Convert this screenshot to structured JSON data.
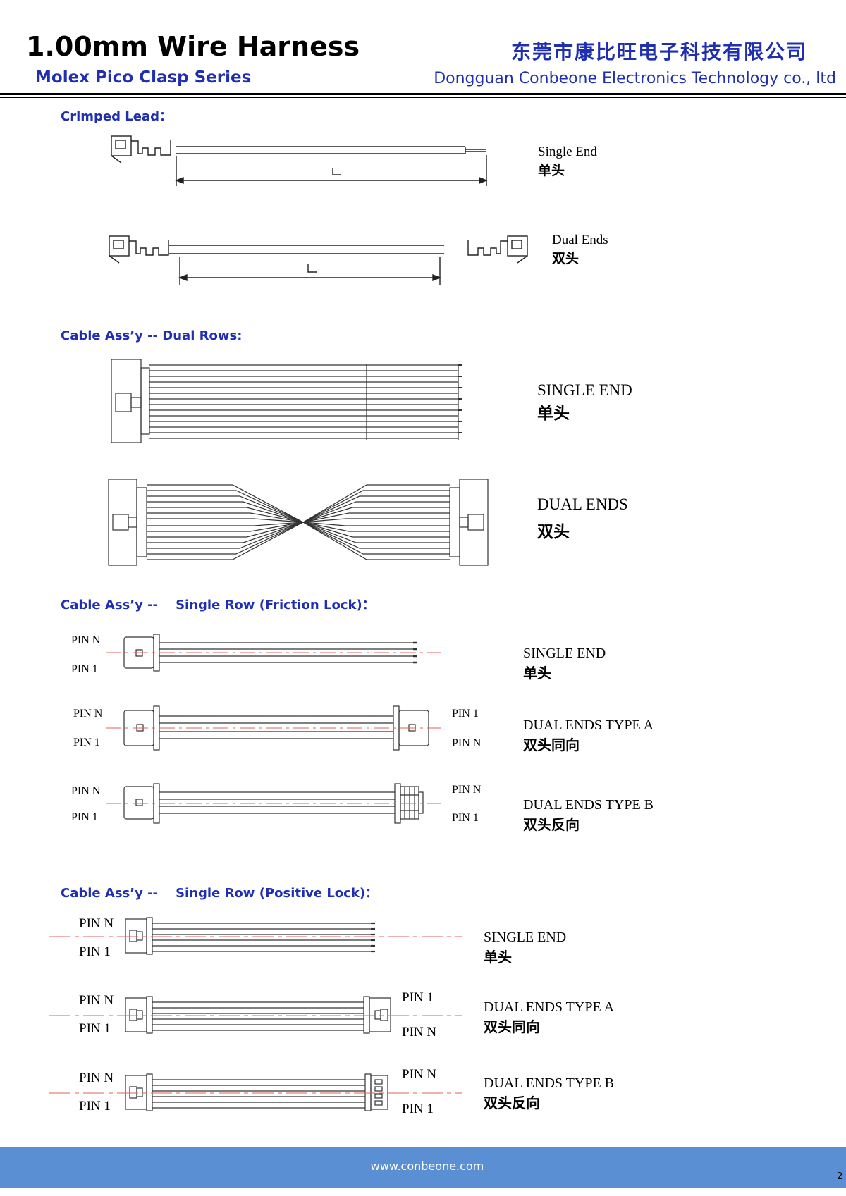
{
  "header": {
    "title": "1.00mm Wire Harness",
    "subtitle": "Molex Pico Clasp Series",
    "company_cn": "东莞市康比旺电子科技有限公司",
    "company_en": "Dongguan Conbeone Electronics Technology co., ltd"
  },
  "sections": {
    "crimped": "Crimped Lead：",
    "dual_rows": "Cable Ass’y -- Dual Rows:",
    "friction": "Cable Ass’y --    Single Row (Friction Lock)：",
    "positive": "Cable Ass’y --    Single Row (Positive Lock)："
  },
  "crimped": {
    "single_en": "Single End",
    "single_cn": "单头",
    "dual_en": "Dual Ends",
    "dual_cn": "双头",
    "length_label": "L"
  },
  "dual_rows": {
    "single_en": "SINGLE END",
    "single_cn": "单头",
    "dual_en": "DUAL ENDS",
    "dual_cn": "双头"
  },
  "friction": {
    "single_en": "SINGLE END",
    "single_cn": "单头",
    "type_a_en": "DUAL ENDS TYPE A",
    "type_a_cn": "双头同向",
    "type_b_en": "DUAL ENDS TYPE B",
    "type_b_cn": "双头反向"
  },
  "positive": {
    "single_en": "SINGLE END",
    "single_cn": "单头",
    "type_a_en": "DUAL ENDS TYPE A",
    "type_a_cn": "双头同向",
    "type_b_en": "DUAL ENDS TYPE B",
    "type_b_cn": "双头反向"
  },
  "pins": {
    "pin_n": "PIN N",
    "pin_1": "PIN 1"
  },
  "footer": {
    "url": "www.conbeone.com",
    "page": "2"
  },
  "colors": {
    "accent": "#1f2fb0",
    "footer": "#5a8fd3",
    "centerline": "#e0605a"
  }
}
